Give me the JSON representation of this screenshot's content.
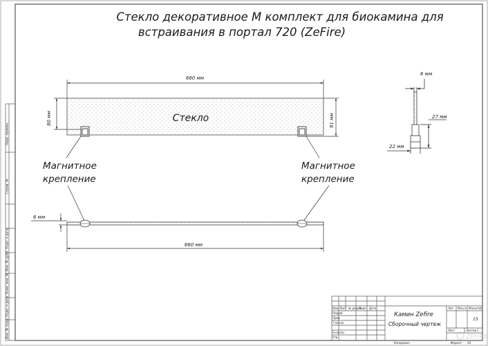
{
  "drawing": {
    "title_line1": "Стекло декоративное М комплект для биокамина для",
    "title_line2": "встраивания в портал 720 (ZeFire)",
    "glass_label": "Стекло",
    "magnet_left_line1": "Магнитное",
    "magnet_left_line2": "крепление",
    "magnet_right_line1": "Магнитное",
    "magnet_right_line2": "крепление",
    "dim_top_width": "660 мм",
    "dim_left_height": "80 мм",
    "dim_right_height": "91 мм",
    "dim_side_thickness": "6 мм",
    "dim_side_height": "27 мм",
    "dim_side_base": "22 мм",
    "dim_bottom_thickness": "6 мм",
    "dim_bottom_width": "660 мм"
  },
  "left_strip": {
    "labels": [
      "Перв. примен.",
      "Справ. №",
      "Подп. и дата",
      "Инв. № дубл.",
      "Взам. инв. №",
      "Подп. и дата",
      "Инв. № подл."
    ]
  },
  "title_block": {
    "product": "Камин Zefire",
    "doc_type": "Сборочный чертеж",
    "sheets_total": "15",
    "sheet_label": "Лист",
    "sheets_label": "Листов",
    "sheets_value": "1",
    "lit_label": "Лит.",
    "mass_label": "Масса",
    "scale_label": "Масштаб",
    "row_labels": [
      "Изм.",
      "Лист",
      "№ докум.",
      "Подп.",
      "Дата"
    ],
    "left_labels": [
      "Разраб.",
      "Пров.",
      "Т.контр.",
      "",
      "Н.контр.",
      "Утв."
    ],
    "copied_label": "Копировал",
    "format_label": "Формат",
    "format_value": "A3"
  },
  "watermark": {
    "text": "ZEFIRE"
  },
  "colors": {
    "line": "#2b2b2b",
    "hatch": "#8a94a0",
    "frame": "#555555"
  }
}
